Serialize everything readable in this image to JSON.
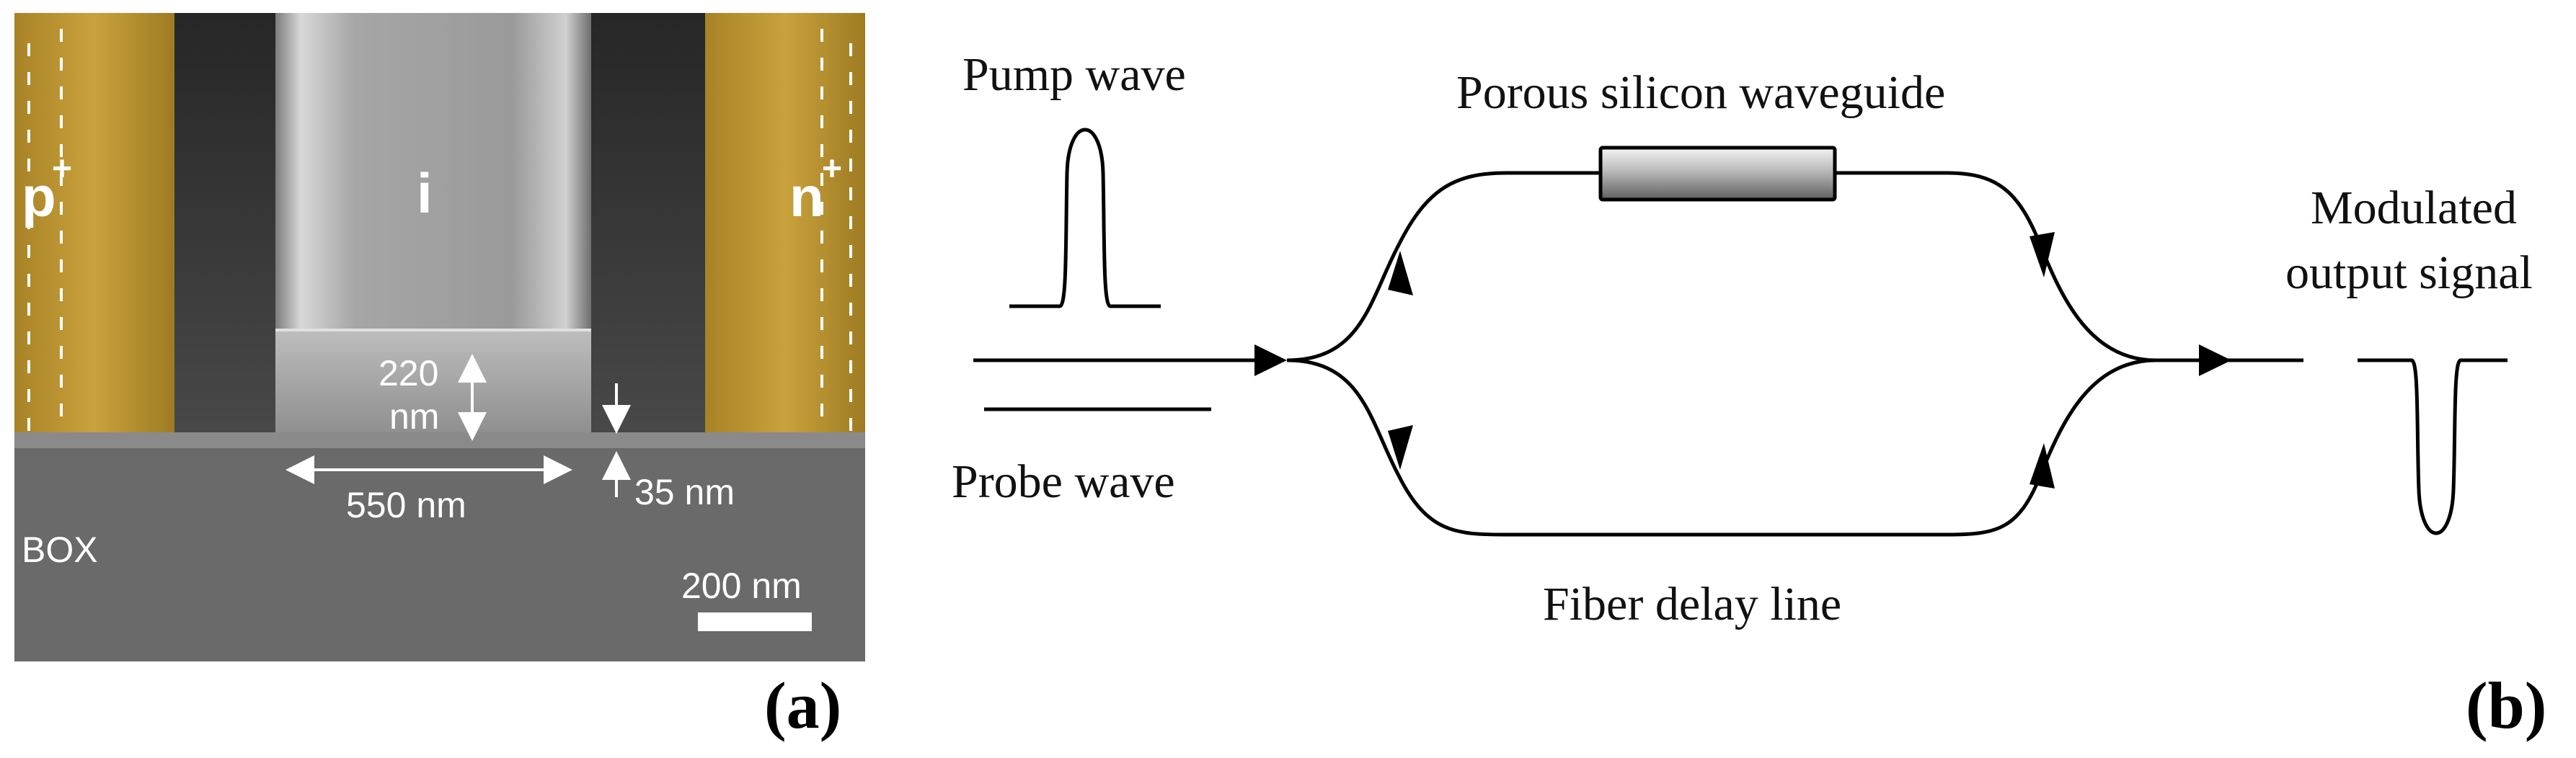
{
  "panel_a": {
    "panel_label": "(a)",
    "region_p": "p",
    "region_p_sup": "+",
    "region_n": "n",
    "region_n_sup": "+",
    "region_i": "i",
    "height_label_line1": "220",
    "height_label_line2": "nm",
    "width_label": "550 nm",
    "slab_label": "35 nm",
    "substrate_label": "BOX",
    "scale_bar_label": "200 nm",
    "colors": {
      "contact": "#b8932f",
      "substrate": "#6a6a6a",
      "trench": "#3a3a3a",
      "rib": "#9a9a9a"
    }
  },
  "panel_b": {
    "panel_label": "(b)",
    "pump_label": "Pump wave",
    "probe_label": "Probe wave",
    "waveguide_label": "Porous silicon waveguide",
    "delay_label": "Fiber delay line",
    "output_label_line1": "Modulated",
    "output_label_line2": "output signal"
  }
}
